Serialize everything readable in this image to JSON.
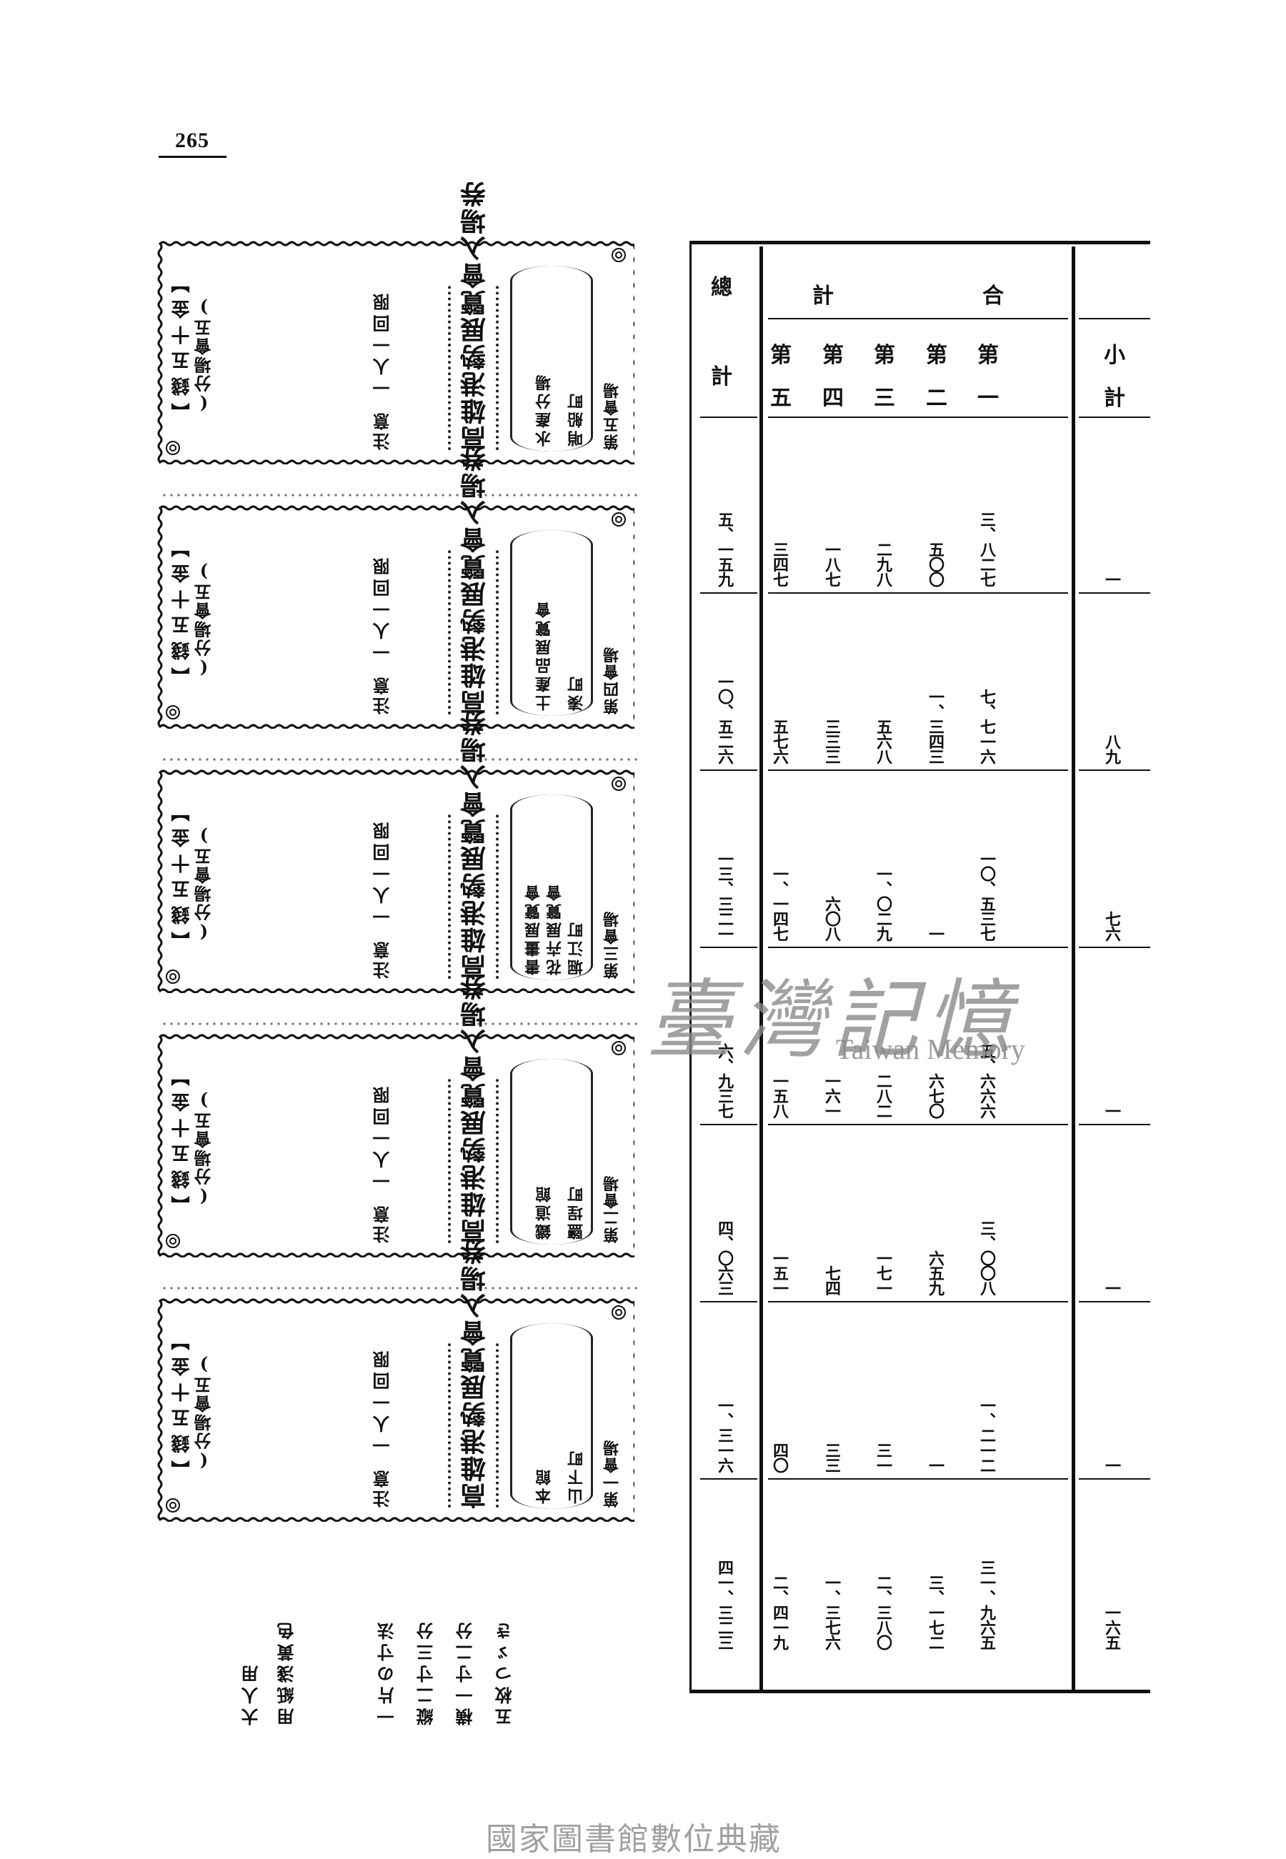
{
  "page": {
    "number": "265"
  },
  "tickets": [
    {
      "venue_no": "第五會場",
      "place_lines": [
        "哨船町",
        "水產分場"
      ],
      "title": "高雄港勢展覽會入場券",
      "note_label": "注意",
      "note": "一人一回限",
      "sub": "(分場會五)",
      "price": "【錢五十金】"
    },
    {
      "venue_no": "第四會場",
      "place_lines": [
        "湊町",
        "土產品展覽會"
      ],
      "title": "高雄港勢展覽會入場券",
      "note_label": "注意",
      "note": "一人一回限",
      "sub": "(分場會五)",
      "price": "【錢五十金】"
    },
    {
      "venue_no": "第三會場",
      "place_lines": [
        "堀江町",
        "花卉展覽會",
        "書畫展覽會"
      ],
      "title": "高雄港勢展覽會入場券",
      "note_label": "注意",
      "note": "一人一回限",
      "sub": "(分場會五)",
      "price": "【錢五十金】"
    },
    {
      "venue_no": "第二會場",
      "place_lines": [
        "鹽埕町",
        "鐵道館"
      ],
      "title": "高雄港勢展覽會入場券",
      "note_label": "注意",
      "note": "一人一回限",
      "sub": "(分場會五)",
      "price": "【錢五十金】"
    },
    {
      "venue_no": "第一會場",
      "place_lines": [
        "山下町",
        "本館"
      ],
      "title": "高雄港勢展覽會入場券",
      "note_label": "注意",
      "note": "一人一回限",
      "sub": "(分場會五)",
      "price": "【錢五十金】"
    }
  ],
  "notes": {
    "lines": [
      "大人用",
      "用紙淺黃色",
      "一片の寸法",
      "縦二寸三分",
      "横一寸二分",
      "五枚つゞき"
    ]
  },
  "table": {
    "header": {
      "grand_total": [
        "總",
        "計"
      ],
      "group_label": [
        "合",
        "計"
      ],
      "columns": [
        "第一",
        "第二",
        "第三",
        "第四",
        "第五"
      ],
      "subtotal": [
        "小",
        "計"
      ]
    },
    "rows": [
      {
        "total": "五、一五九",
        "c1": "三、八二七",
        "c2": "五〇〇",
        "c3": "二九八",
        "c4": "一八七",
        "c5": "三四七",
        "subtotal": "一"
      },
      {
        "total": "一〇、五二六",
        "c1": "七、七一六",
        "c2": "一、三四三",
        "c3": "五六八",
        "c4": "三三三",
        "c5": "五七六",
        "subtotal": "八九"
      },
      {
        "total": "一三、三二一",
        "c1": "一〇、五三七",
        "c2": "一",
        "c3": "一、〇二九",
        "c4": "六〇八",
        "c5": "一、一四七",
        "subtotal": "七六"
      },
      {
        "total": "六、九三七",
        "c1": "五、六六六",
        "c2": "六七〇",
        "c3": "二八二",
        "c4": "一六一",
        "c5": "一五八",
        "subtotal": "一"
      },
      {
        "total": "四、〇六三",
        "c1": "三、〇〇八",
        "c2": "六五九",
        "c3": "一七一",
        "c4": "七四",
        "c5": "一五一",
        "subtotal": "一"
      },
      {
        "total": "一、三一六",
        "c1": "一、二一二",
        "c2": "一",
        "c3": "三一",
        "c4": "三三",
        "c5": "四〇",
        "subtotal": "一"
      },
      {
        "total": "四一、三二三",
        "c1": "三一、九六五",
        "c2": "三、一七二",
        "c3": "二、三八〇",
        "c4": "一、三七六",
        "c5": "二、四一九",
        "subtotal": "一六五"
      }
    ]
  },
  "watermark": {
    "cn": "臺灣記憶",
    "en": "Taiwan Memory"
  },
  "footer": {
    "text": "國家圖書館數位典藏"
  }
}
